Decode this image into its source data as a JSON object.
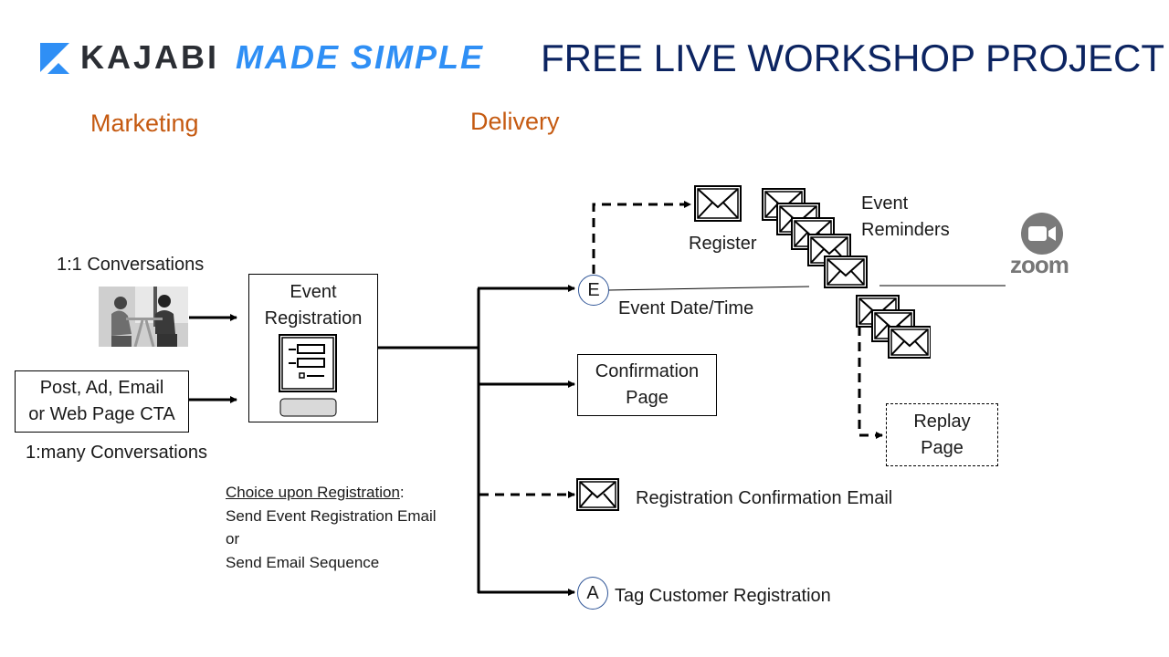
{
  "header": {
    "brand_kajabi": "KAJABI",
    "brand_made_simple": "MADE SIMPLE",
    "title": "FREE LIVE WORKSHOP PROJECT",
    "logo_icon": "kajabi-k-icon"
  },
  "sections": {
    "marketing": "Marketing",
    "delivery": "Delivery"
  },
  "marketing": {
    "one_to_one_label": "1:1 Conversations",
    "photo_icon": "people-conversation-photo",
    "cta_box_line1": "Post, Ad, Email",
    "cta_box_line2": "or Web Page CTA",
    "one_to_many_label": "1:many Conversations"
  },
  "registration": {
    "title_line1": "Event",
    "title_line2": "Registration",
    "form_icon": "form-icon"
  },
  "choice_note": {
    "heading": "Choice upon Registration",
    "heading_suffix": ":",
    "line1": "Send Event Registration Email",
    "line2": "or",
    "line3": "Send Email Sequence"
  },
  "delivery": {
    "event_marker": "E",
    "event_datetime_label": "Event Date/Time",
    "register_label": "Register",
    "reminders_line1": "Event",
    "reminders_line2": "Reminders",
    "zoom_label": "zoom",
    "confirmation_line1": "Confirmation",
    "confirmation_line2": "Page",
    "replay_line1": "Replay",
    "replay_line2": "Page",
    "reg_confirm_email_label": "Registration Confirmation Email",
    "tag_marker": "A",
    "tag_label": "Tag Customer Registration"
  },
  "colors": {
    "brand_blue": "#2f8ff5",
    "title_navy": "#0c2461",
    "section_orange": "#c55a11",
    "circle_stroke": "#2f5597"
  }
}
